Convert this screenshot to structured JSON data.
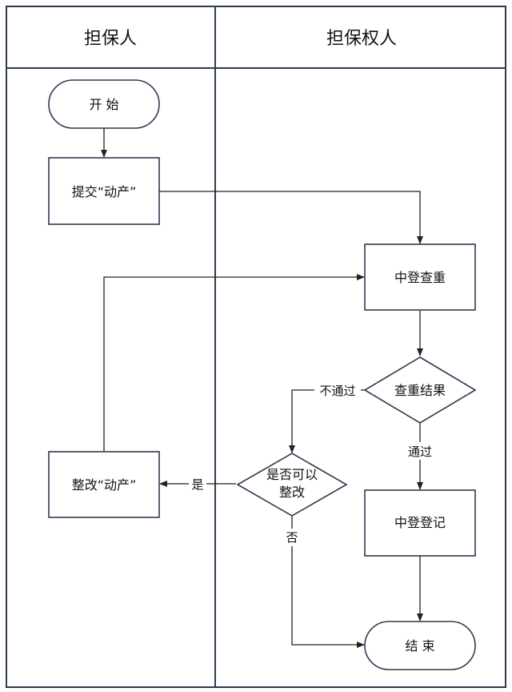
{
  "lanes": [
    {
      "id": "guarantor",
      "title": "担保人"
    },
    {
      "id": "creditor",
      "title": "担保权人"
    }
  ],
  "nodes": {
    "start": {
      "label": "开 始"
    },
    "submit": {
      "label": "提交“动产”"
    },
    "check": {
      "label": "中登查重"
    },
    "result": {
      "label": "查重结果"
    },
    "can_fix": {
      "line1": "是否可以",
      "line2": "整改"
    },
    "fix": {
      "label": "整改“动产”"
    },
    "register": {
      "label": "中登登记"
    },
    "end": {
      "label": "结 束"
    }
  },
  "edge_labels": {
    "fail": "不通过",
    "pass": "通过",
    "yes": "是",
    "no": "否"
  }
}
